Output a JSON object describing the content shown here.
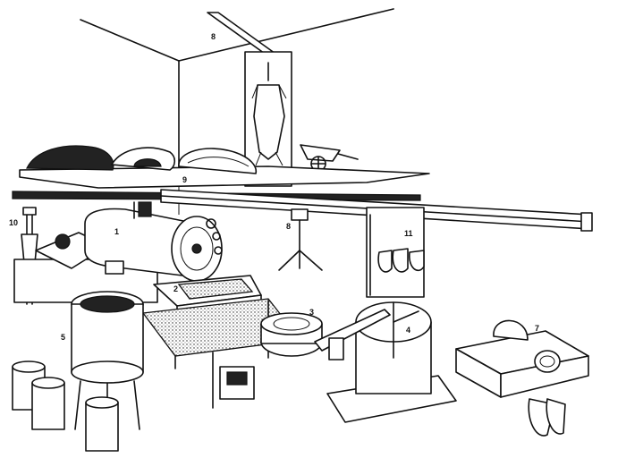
{
  "title": "",
  "labels": {
    "n1": "1",
    "n2": "2",
    "n3": "3",
    "n4": "4",
    "n5": "5",
    "n7": "7",
    "n8_top": "8",
    "n8_mid": "8",
    "n9": "9",
    "n10": "10",
    "n11": "11"
  },
  "colors": {
    "ink": "#111111",
    "paper": "#ffffff"
  }
}
